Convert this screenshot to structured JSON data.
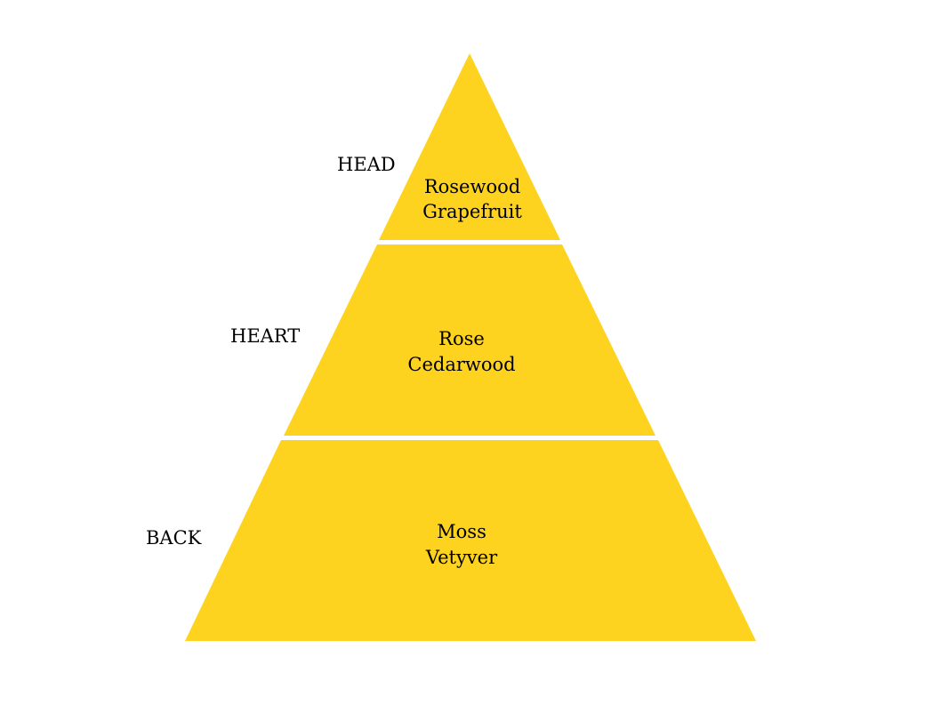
{
  "pyramid": {
    "fill_color": "#FDD31F",
    "separator_color": "#ffffff",
    "background_color": "#ffffff",
    "tiers": [
      {
        "label": "HEAD",
        "notes": [
          "Rosewood",
          "Grapefruit"
        ]
      },
      {
        "label": "HEART",
        "notes": [
          "Rose",
          "Cedarwood"
        ]
      },
      {
        "label": "BACK",
        "notes": [
          "Moss",
          "Vetyver"
        ]
      }
    ]
  }
}
